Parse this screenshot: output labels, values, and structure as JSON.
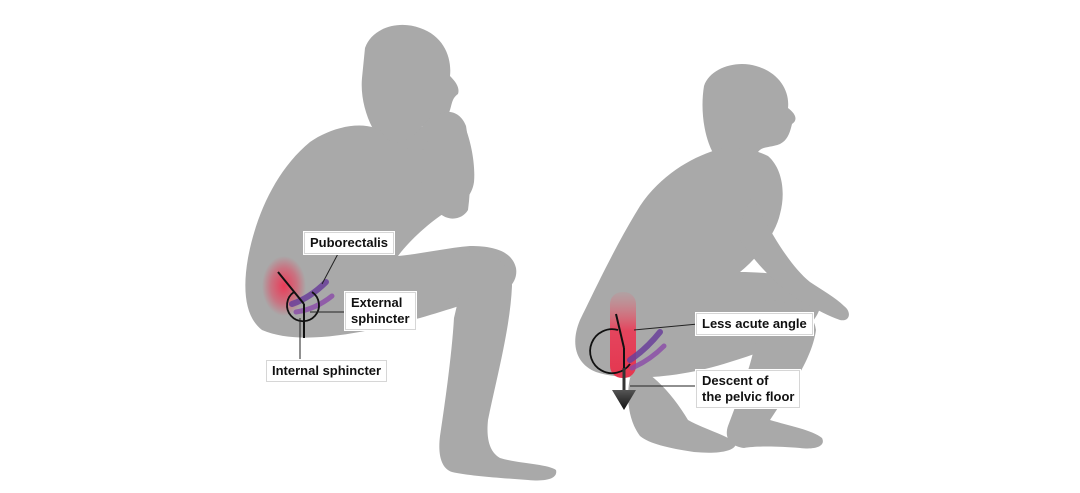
{
  "colors": {
    "silhouette": "#a9a9a9",
    "muscle_red": "#e8304a",
    "muscle_purple": "#6a3f9a",
    "line": "#111111",
    "label_border": "#d6d6d6"
  },
  "left_figure": {
    "pose": "sitting",
    "labels": {
      "puborectalis": "Puborectalis",
      "external_sphincter_line1": "External",
      "external_sphincter_line2": "sphincter",
      "internal_sphincter": "Internal sphincter"
    }
  },
  "right_figure": {
    "pose": "squatting",
    "labels": {
      "less_acute_angle": "Less acute angle",
      "descent_line1": "Descent of",
      "descent_line2": "the pelvic floor"
    }
  }
}
